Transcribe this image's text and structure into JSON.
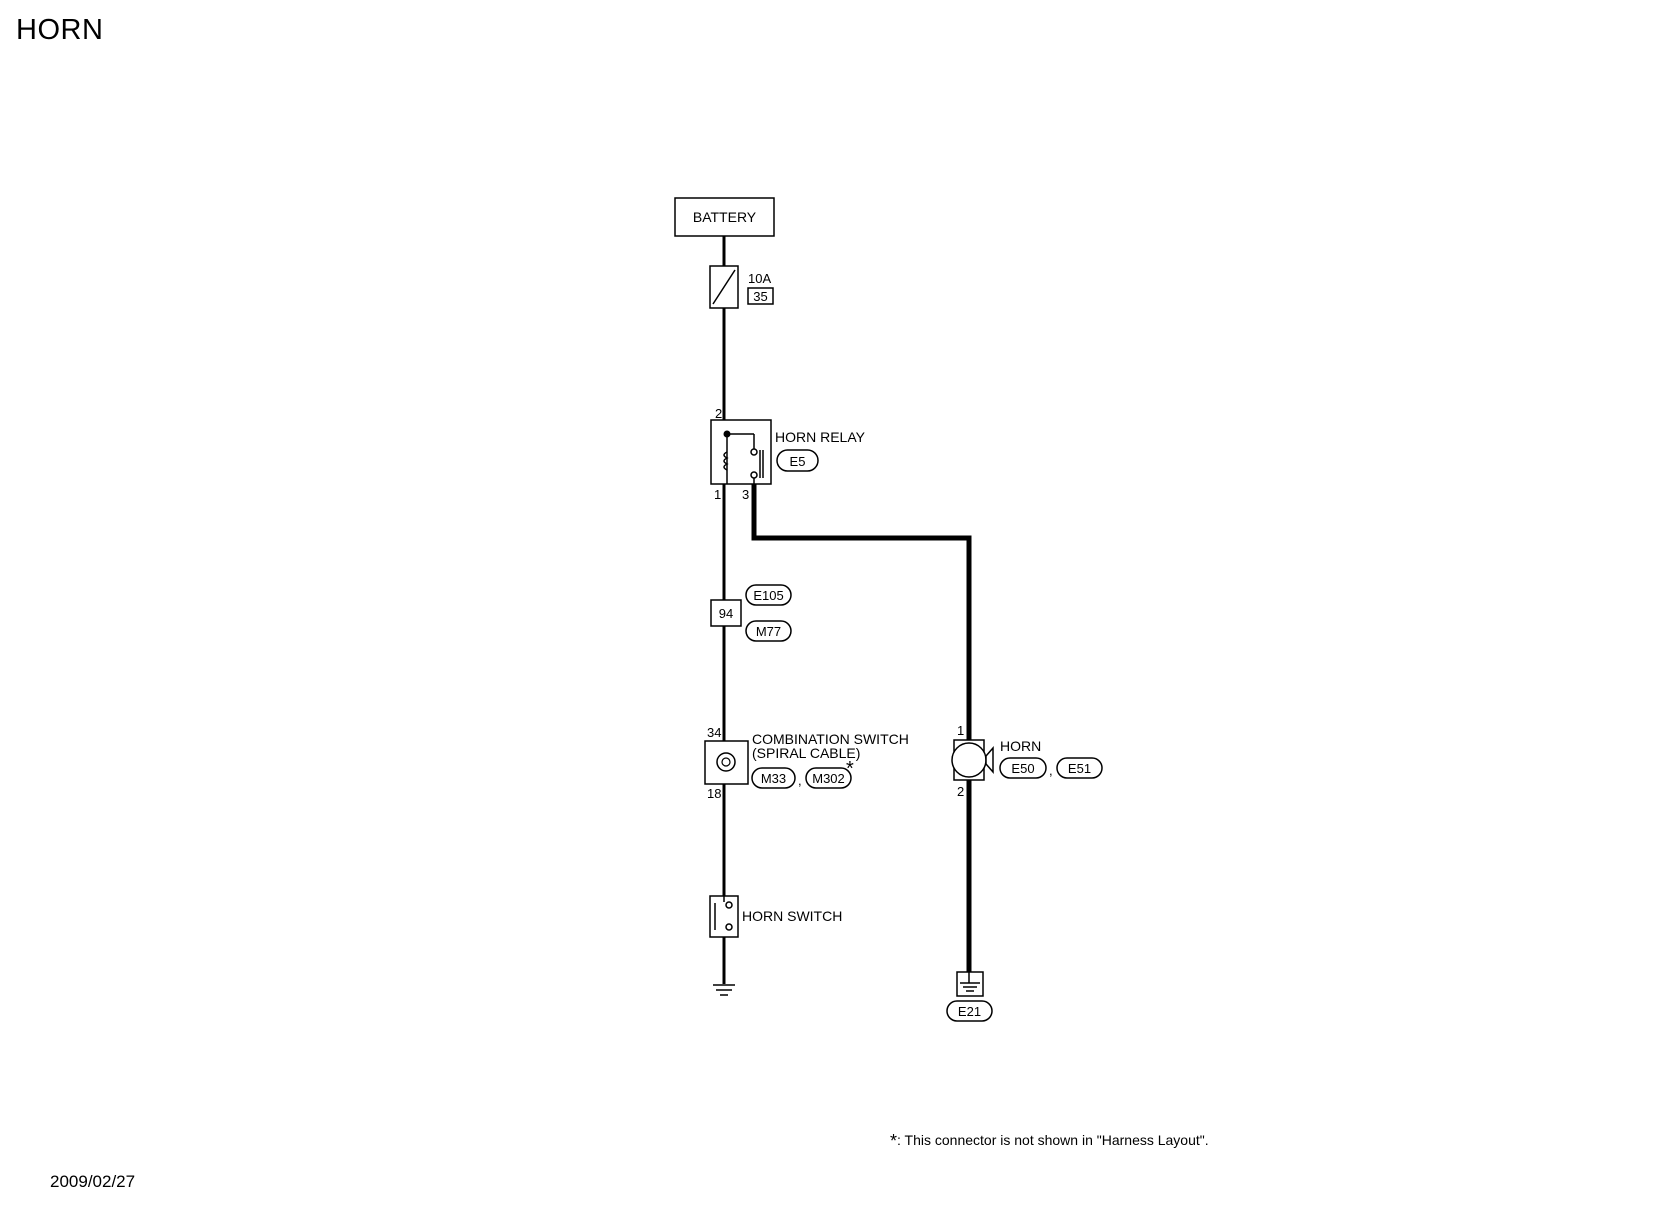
{
  "title": "HORN",
  "date": "2009/02/27",
  "footnote": {
    "symbol": "*",
    "text": ": This connector is not shown in \"Harness Layout\"."
  },
  "diagram": {
    "battery": "BATTERY",
    "fuse": {
      "rating": "10A",
      "number": "35"
    },
    "horn_relay": {
      "label": "HORN RELAY",
      "connector": "E5",
      "pins": {
        "top": "2",
        "bottom_left": "1",
        "bottom_right": "3"
      }
    },
    "joint": {
      "pin": "94",
      "connector_top": "E105",
      "connector_bottom": "M77"
    },
    "combination_switch": {
      "label_line1": "COMBINATION SWITCH",
      "label_line2": "(SPIRAL CABLE)",
      "connector1": "M33",
      "separator": ",",
      "connector2": "M302",
      "asterisk": "*",
      "pins": {
        "top": "34",
        "bottom": "18"
      }
    },
    "horn_switch": {
      "label": "HORN SWITCH"
    },
    "horn": {
      "label": "HORN",
      "connector1": "E50",
      "separator": ",",
      "connector2": "E51",
      "pins": {
        "top": "1",
        "bottom": "2"
      }
    },
    "ground": {
      "connector": "E21"
    }
  }
}
